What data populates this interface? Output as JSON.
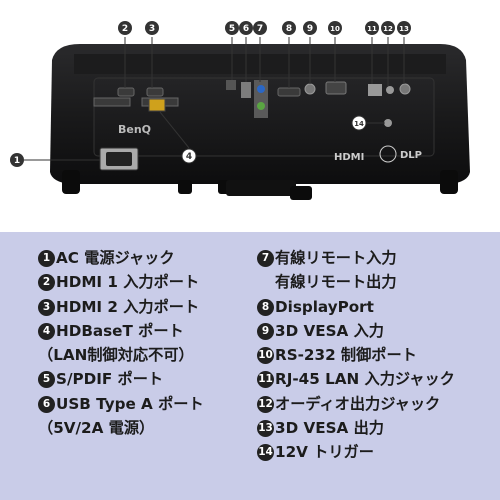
{
  "photo": {
    "brand_logo": "BenQ",
    "hdmi_logo": "HDMI",
    "dlp_logo": "DLP",
    "callouts": [
      "2",
      "3",
      "5",
      "6",
      "7",
      "8",
      "9",
      "10",
      "11",
      "12",
      "13",
      "14",
      "4",
      "1"
    ]
  },
  "legend": {
    "left": [
      {
        "num": "1",
        "text": "AC 電源ジャック"
      },
      {
        "num": "2",
        "text": "HDMI 1 入力ポート"
      },
      {
        "num": "3",
        "text": "HDMI 2 入力ポート"
      },
      {
        "num": "4",
        "text": "HDBaseT ポート"
      },
      {
        "num": "",
        "text": "（LAN制御対応不可）"
      },
      {
        "num": "5",
        "text": "S/PDIF ポート"
      },
      {
        "num": "6",
        "text": "USB Type A ポート"
      },
      {
        "num": "",
        "text": "（5V/2A 電源）"
      }
    ],
    "right": [
      {
        "num": "7",
        "text": "有線リモート入力"
      },
      {
        "num": "",
        "text": "有線リモート出力"
      },
      {
        "num": "8",
        "text": "DisplayPort"
      },
      {
        "num": "9",
        "text": "3D VESA 入力"
      },
      {
        "num": "10",
        "text": "RS-232 制御ポート"
      },
      {
        "num": "11",
        "text": "RJ-45 LAN 入力ジャック"
      },
      {
        "num": "12",
        "text": "オーディオ出力ジャック"
      },
      {
        "num": "13",
        "text": "3D VESA 出力"
      },
      {
        "num": "14",
        "text": "12V トリガー"
      }
    ]
  }
}
